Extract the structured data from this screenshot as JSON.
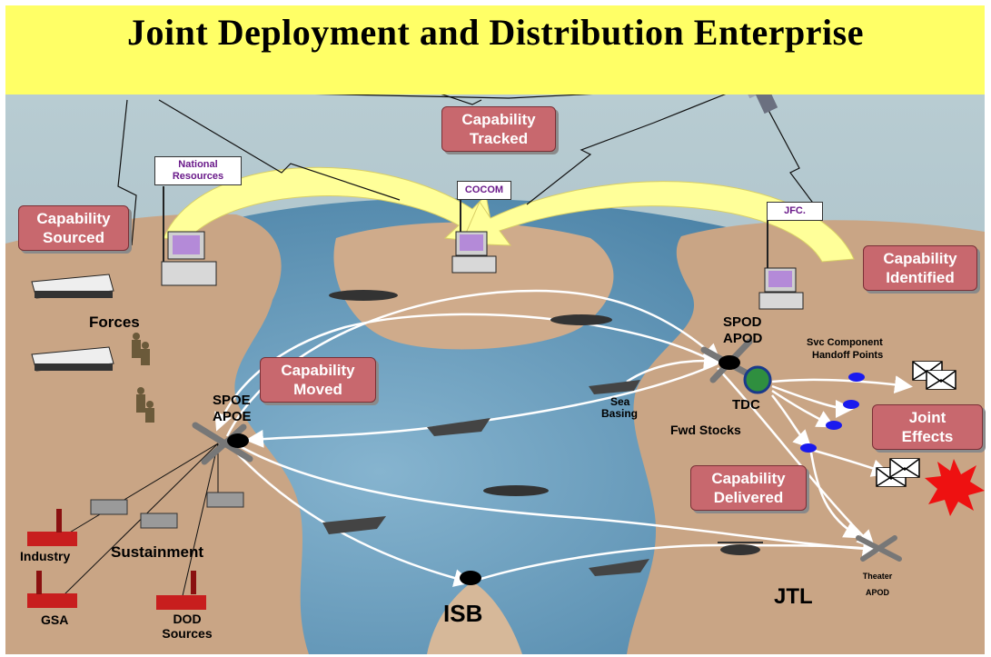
{
  "title": "Joint Deployment and Distribution Enterprise",
  "capabilities": {
    "tracked": [
      "Capability",
      "Tracked"
    ],
    "sourced": [
      "Capability",
      "Sourced"
    ],
    "identified": [
      "Capability",
      "Identified"
    ],
    "moved": [
      "Capability",
      "Moved"
    ],
    "delivered": [
      "Capability",
      "Delivered"
    ],
    "joint_effects": [
      "Joint",
      "Effects"
    ]
  },
  "signs": {
    "national": [
      "National",
      "Resources"
    ],
    "cocom": "COCOM",
    "jfc": "JFC."
  },
  "labels": {
    "forces": "Forces",
    "spoe": "SPOE",
    "apoe": "APOE",
    "spod": "SPOD",
    "apod": "APOD",
    "svc_handoff": [
      "Svc Component",
      "Handoff Points"
    ],
    "tdc": "TDC",
    "sea_basing": [
      "Sea",
      "Basing"
    ],
    "fwd_stocks": "Fwd Stocks",
    "industry": "Industry",
    "sustainment": "Sustainment",
    "gsa": "GSA",
    "dod_sources": [
      "DOD",
      "Sources"
    ],
    "isb": "ISB",
    "jtl": "JTL",
    "theater_apod": [
      "Theater",
      "APOD"
    ]
  },
  "colors": {
    "title_bar": "#ffff66",
    "sky": "#a8c0c8",
    "sea": "#5f94b4",
    "land": "#c9a585",
    "capability_box": "#c8686e",
    "arrow": "#ffff99",
    "route": "#ffffff"
  }
}
